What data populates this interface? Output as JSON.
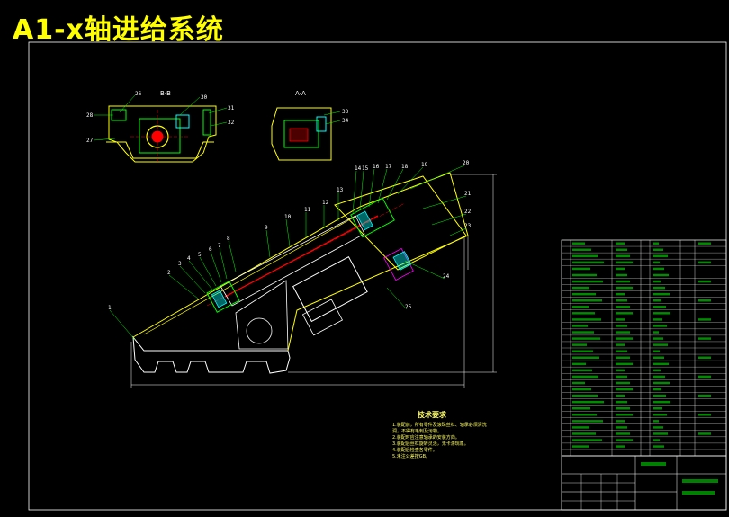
{
  "title": "A1-x轴进给系统",
  "views": {
    "section_b": "B-B",
    "section_a": "A-A"
  },
  "part_numbers_b": [
    "26",
    "28",
    "27",
    "30",
    "31",
    "32"
  ],
  "part_numbers_a": [
    "33",
    "34"
  ],
  "part_numbers_main": [
    "1",
    "2",
    "3",
    "4",
    "5",
    "6",
    "7",
    "8",
    "9",
    "10",
    "11",
    "12",
    "13",
    "14",
    "15",
    "16",
    "17",
    "18",
    "19",
    "20",
    "21",
    "22",
    "23",
    "24",
    "25"
  ],
  "tech_requirements": {
    "title": "技术要求",
    "lines": [
      "1.装配前，所有零件及滚珠丝杠、轴承必须清洗",
      "润，不得有毛刺及污物。",
      "2.装配时应注意轴承的安装方向。",
      "3.装配后丝杠旋转灵活，无卡滞现象。",
      "4.装配后检查各零件。",
      "5.未注公差按GB。"
    ]
  },
  "colors": {
    "outline": "#ffffff",
    "part": "#ffff00",
    "green": "#00ff00",
    "cyan": "#00ffff",
    "red": "#ff0000",
    "magenta": "#ff00ff",
    "title": "#ffff00"
  }
}
